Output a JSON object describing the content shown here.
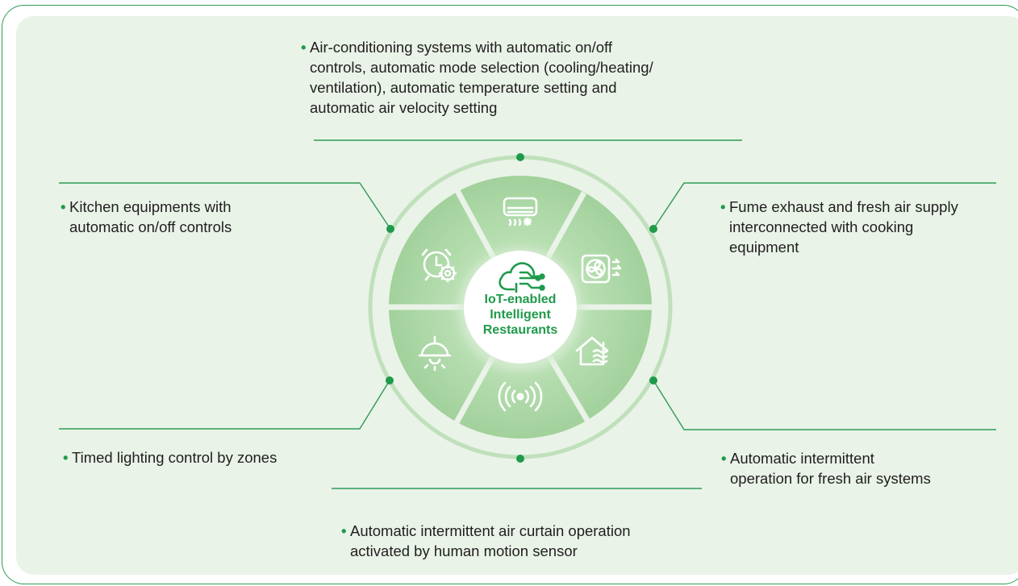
{
  "hub": {
    "title": "IoT-enabled\nIntelligent\nRestaurants",
    "icon": "cloud-iot-icon"
  },
  "segments": [
    {
      "id": "air-conditioning",
      "icon": "air-conditioner-icon"
    },
    {
      "id": "fume-exhaust",
      "icon": "exhaust-fan-icon"
    },
    {
      "id": "fresh-air",
      "icon": "house-airflow-icon"
    },
    {
      "id": "air-curtain",
      "icon": "motion-sensor-signal-icon"
    },
    {
      "id": "lighting",
      "icon": "ceiling-lamp-icon"
    },
    {
      "id": "kitchen",
      "icon": "alarm-clock-gear-icon"
    }
  ],
  "callouts": {
    "air_conditioning": "Air-conditioning systems with automatic on/off\ncontrols, automatic mode selection (cooling/heating/\nventilation), automatic temperature setting and\nautomatic air velocity setting",
    "fume_exhaust": "Fume exhaust and fresh air supply\ninterconnected with cooking\nequipment",
    "fresh_air": "Automatic intermittent\noperation for fresh air systems",
    "air_curtain": "Automatic intermittent air curtain operation\nactivated by human motion sensor",
    "lighting": "Timed lighting control by zones",
    "kitchen": "Kitchen equipments with\nautomatic on/off controls"
  },
  "colors": {
    "accent": "#1f9a4b",
    "background": "#eaf3e8",
    "segment_fill": "#a9d5a4",
    "ring": "#bfe0bb"
  }
}
